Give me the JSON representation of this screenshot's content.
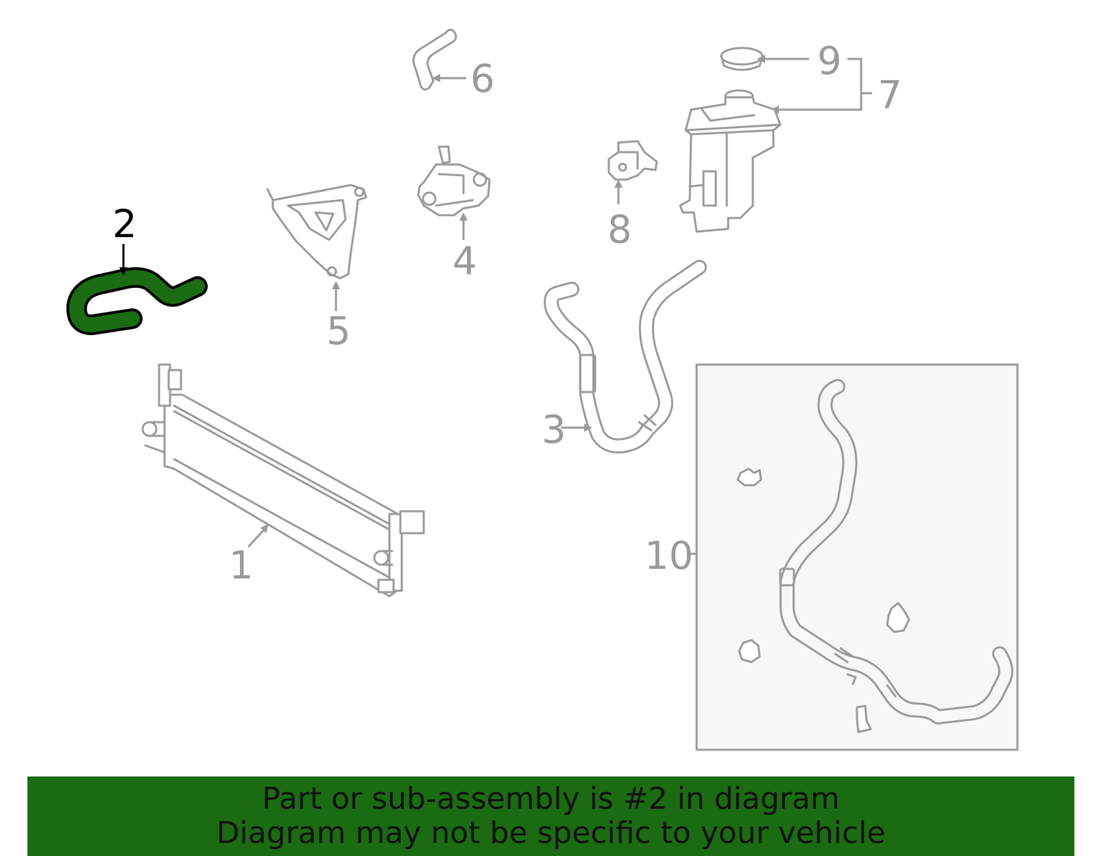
{
  "diagram": {
    "callouts": [
      {
        "id": "1",
        "label": "1"
      },
      {
        "id": "2",
        "label": "2"
      },
      {
        "id": "3",
        "label": "3"
      },
      {
        "id": "4",
        "label": "4"
      },
      {
        "id": "5",
        "label": "5"
      },
      {
        "id": "6",
        "label": "6"
      },
      {
        "id": "7",
        "label": "7"
      },
      {
        "id": "8",
        "label": "8"
      },
      {
        "id": "9",
        "label": "9"
      },
      {
        "id": "10",
        "label": "10"
      }
    ],
    "highlighted_callout": "2",
    "colors": {
      "highlight_part": "#1a6b12",
      "part_stroke": "#9a9a9a",
      "inset_box_fill": "#f7f7f7",
      "banner_bg": "#1a6b12"
    }
  },
  "banner": {
    "line1": "Part or sub-assembly is #2 in diagram",
    "line2": "Diagram may not be specific to your vehicle"
  }
}
